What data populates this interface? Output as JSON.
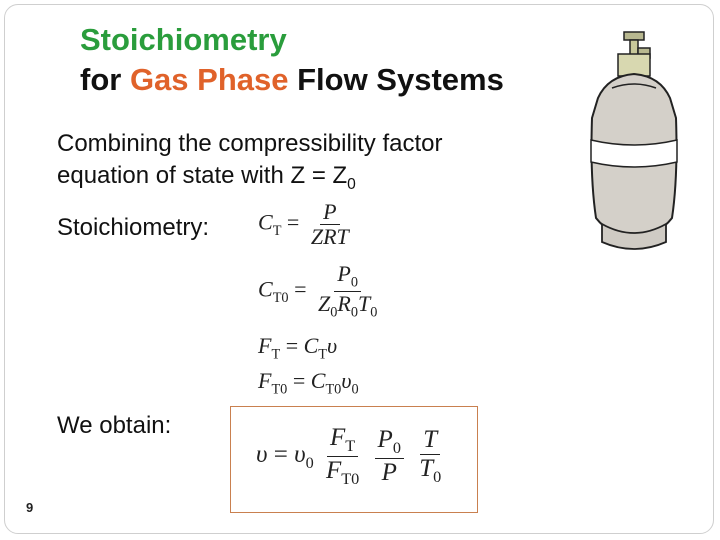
{
  "title": {
    "line1": "Stoichiometry",
    "line2_pre": "for ",
    "line2_highlight": "Gas Phase",
    "line2_post": " Flow Systems"
  },
  "intro": {
    "line1": "Combining the compressibility factor",
    "line2_pre": "equation of state with Z = Z",
    "line2_sub": "0"
  },
  "stoich_label": "Stoichiometry:",
  "we_obtain_label": "We obtain:",
  "page_number": "9",
  "colors": {
    "title_green": "#2a9d3c",
    "title_orange": "#e0622a",
    "box_border": "#c9804f"
  },
  "equations": {
    "ct_lhs": "C",
    "ct_lhs_sub": "T",
    "ct_num": "P",
    "ct_den": "ZRT",
    "ct0_lhs": "C",
    "ct0_lhs_sub": "T0",
    "ct0_num": "P",
    "ct0_num_sub": "0",
    "ct0_den_a": "Z",
    "ct0_den_a_sub": "0",
    "ct0_den_b": "R",
    "ct0_den_b_sub": "0",
    "ct0_den_c": "T",
    "ct0_den_c_sub": "0",
    "ft_lhs": "F",
    "ft_lhs_sub": "T",
    "ft_rhs": "C",
    "ft_rhs_sub": "T",
    "ft_rhs_b": "υ",
    "ft0_lhs": "F",
    "ft0_lhs_sub": "T0",
    "ft0_rhs": "C",
    "ft0_rhs_sub": "T0",
    "ft0_rhs_b": "υ",
    "ft0_rhs_b_sub": "0",
    "final_lhs": "υ",
    "final_rhs": "υ",
    "final_rhs_sub": "0",
    "f1_num": "F",
    "f1_num_sub": "T",
    "f1_den": "F",
    "f1_den_sub": "T0",
    "f2_num": "P",
    "f2_num_sub": "0",
    "f2_den": "P",
    "f3_num": "T",
    "f3_den": "T",
    "f3_den_sub": "0"
  }
}
